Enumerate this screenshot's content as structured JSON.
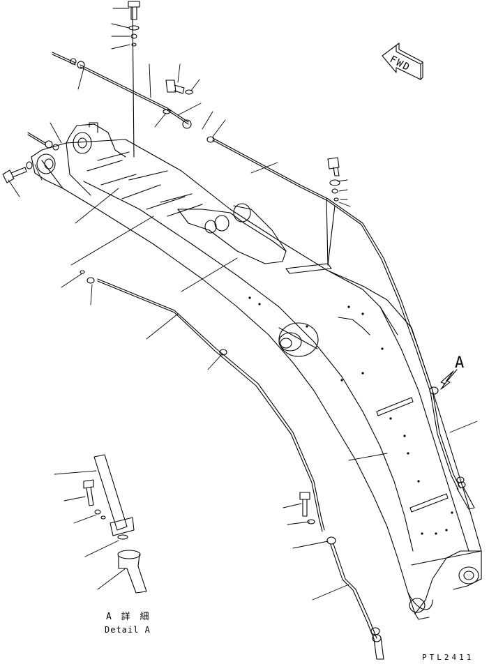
{
  "drawing": {
    "forward_indicator": "FWD",
    "view_marker": "A",
    "detail_caption_jp": "A 詳 細",
    "detail_caption_en": "Detail A",
    "drawing_number": "PTL2411"
  },
  "colors": {
    "line": "#000000",
    "background": "#ffffff"
  }
}
